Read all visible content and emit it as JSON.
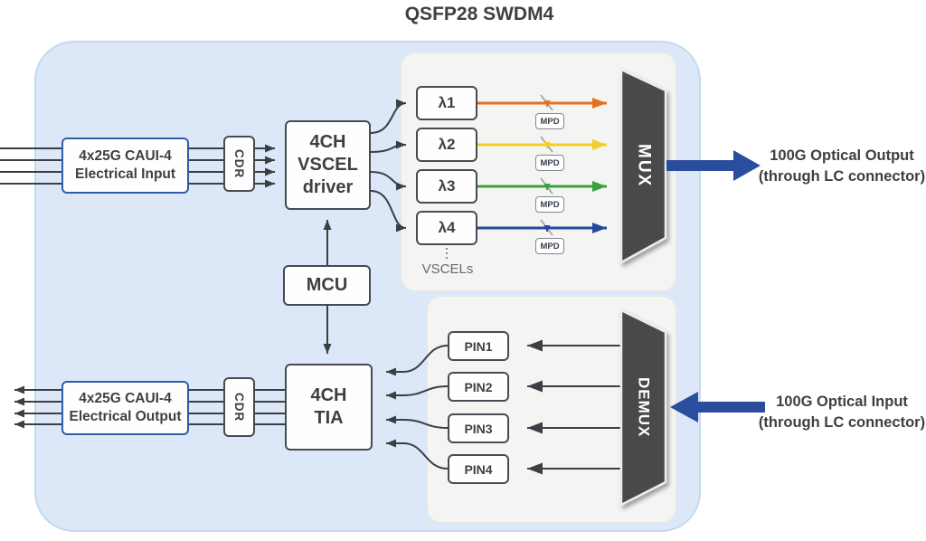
{
  "title": "QSFP28 SWDM4",
  "colors": {
    "module_fill": "#dce8f7",
    "panel_fill": "#f4f4f2",
    "box_border": "#474b51",
    "blue_box_border": "#2f5da8",
    "line": "#3b3e42",
    "dark_block": "#4a4a48",
    "accent_blue": "#2b4d9e"
  },
  "tx": {
    "input_box": {
      "line1": "4x25G CAUI-4",
      "line2": "Electrical Input"
    },
    "cdr": "CDR",
    "driver": {
      "line1": "4CH",
      "line2": "VSCEL",
      "line3": "driver"
    },
    "mux": "MUX",
    "mpd": "MPD",
    "lasers_caption": "VSCELs",
    "output_label": {
      "line1": "100G Optical Output",
      "line2": "(through LC connector)"
    }
  },
  "mcu": "MCU",
  "rx": {
    "output_box": {
      "line1": "4x25G CAUI-4",
      "line2": "Electrical Output"
    },
    "cdr": "CDR",
    "tia": {
      "line1": "4CH",
      "line2": "TIA"
    },
    "demux": "DEMUX",
    "input_label": {
      "line1": "100G Optical Input",
      "line2": "(through LC connector)"
    }
  },
  "channels": [
    {
      "laser": "λ1",
      "pin": "PIN1",
      "color": "#e8701d"
    },
    {
      "laser": "λ2",
      "pin": "PIN2",
      "color": "#f2cf2a"
    },
    {
      "laser": "λ3",
      "pin": "PIN3",
      "color": "#3ba23b"
    },
    {
      "laser": "λ4",
      "pin": "PIN4",
      "color": "#27479e"
    }
  ]
}
